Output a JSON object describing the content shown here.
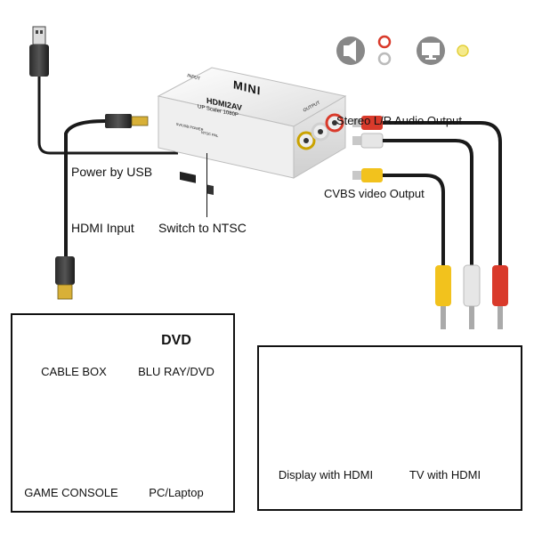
{
  "labels": {
    "power_by_usb": "Power by USB",
    "hdmi_input": "HDMI Input",
    "switch_to_ntsc": "Switch to NTSC",
    "stereo_audio_output": "Stereo L/R Audio Output",
    "cvbs_video_output": "CVBS video Output"
  },
  "adapter": {
    "brand": "MINI",
    "model": "HDMI2AV",
    "subtitle": "UP Scaler 1080P",
    "side_input": "INPUT",
    "side_output": "OUTPUT",
    "switch_label": "NTSC  PAL",
    "port_label": "5V/USB POWER"
  },
  "sources": {
    "cable_box": "CABLE BOX",
    "dvd_badge": "DVD",
    "blu_ray": "BLU RAY/DVD",
    "game_console": "GAME CONSOLE",
    "pc": "PC/Laptop"
  },
  "displays": {
    "monitor": "Display with HDMI",
    "tv": "TV with HDMI"
  },
  "icons": [
    "speaker-icon",
    "audio-jack-icon",
    "monitor-icon",
    "video-jack-icon"
  ],
  "colors": {
    "rca_red": "#d93a2b",
    "rca_white": "#e6e6e6",
    "rca_yellow": "#f2c21d",
    "cable_black": "#1a1a1a",
    "adapter_white": "#f3f3f3"
  }
}
